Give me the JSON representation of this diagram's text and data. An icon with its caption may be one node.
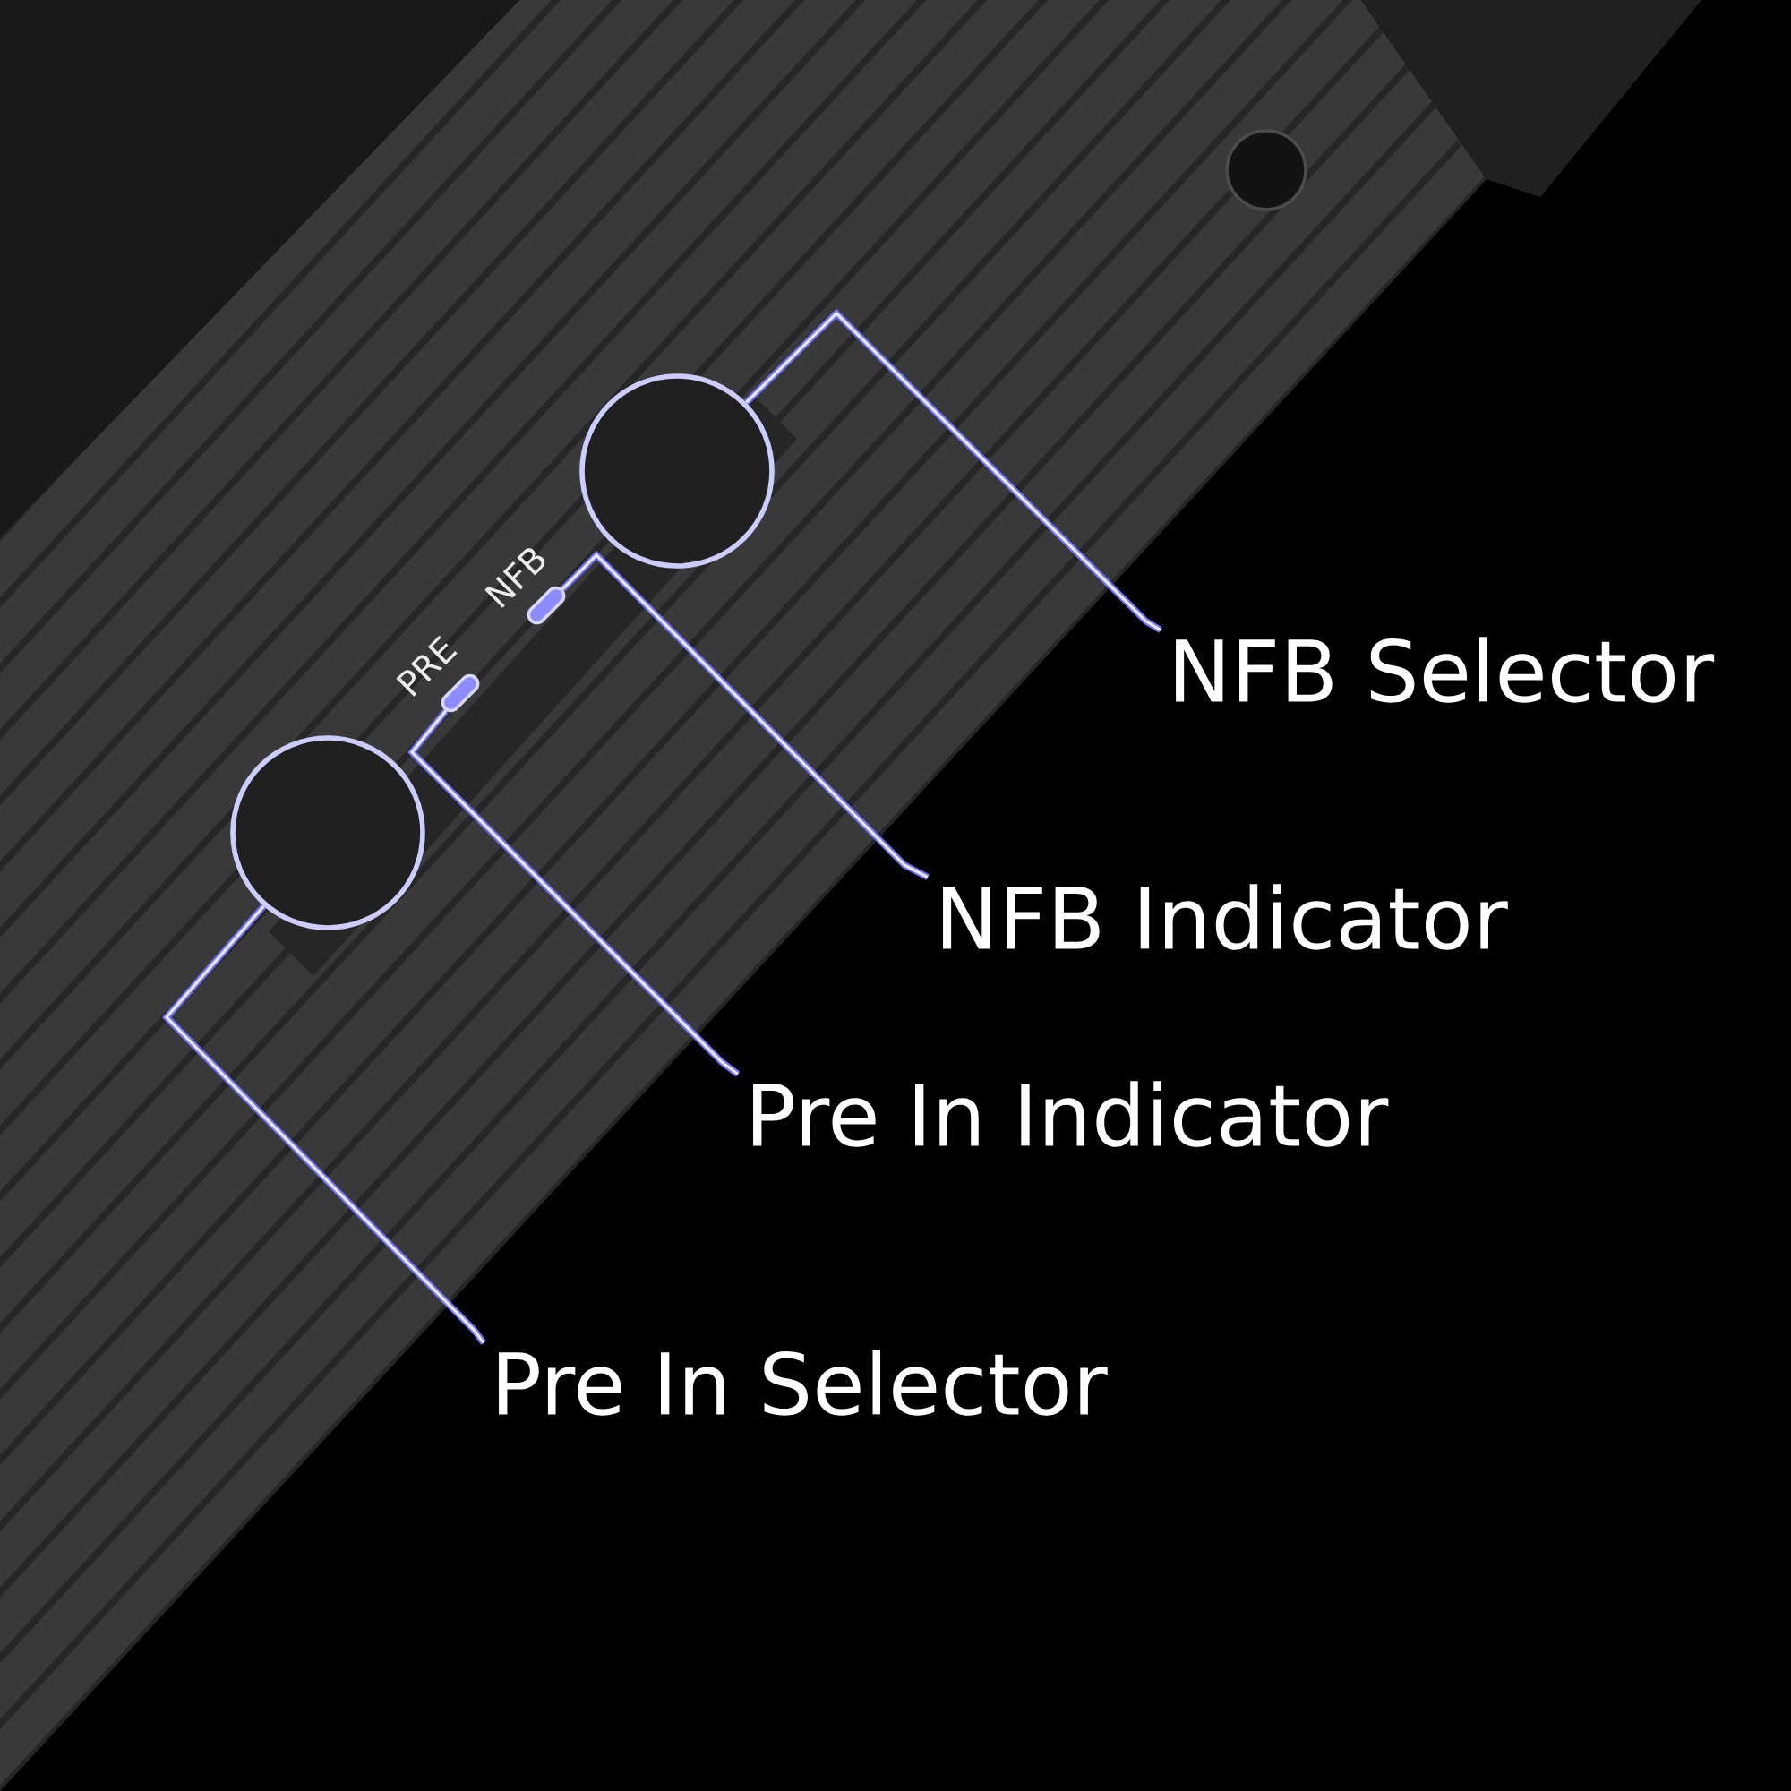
{
  "diagram": {
    "nodes": [
      {
        "text": [
          "NFB Selector"
        ]
      },
      {
        "text": [
          "NFB Indicator"
        ]
      },
      {
        "text": [
          "Pre In Indicator"
        ]
      },
      {
        "text": [
          "Pre In Selector"
        ]
      },
      {
        "text": [],
        "shape": "circle"
      },
      {
        "text": [],
        "shape": "circle"
      },
      {
        "text": [],
        "shape": "box"
      },
      {
        "text": [],
        "shape": "box"
      }
    ],
    "edges": [
      {
        "from": 0,
        "to": 5,
        "arrow": "none"
      },
      {
        "from": 1,
        "to": 7,
        "arrow": "none"
      },
      {
        "from": 2,
        "to": 6,
        "arrow": "none"
      },
      {
        "from": 3,
        "to": 4,
        "arrow": "none"
      }
    ],
    "labels": [
      "PRE",
      "NFB"
    ]
  }
}
